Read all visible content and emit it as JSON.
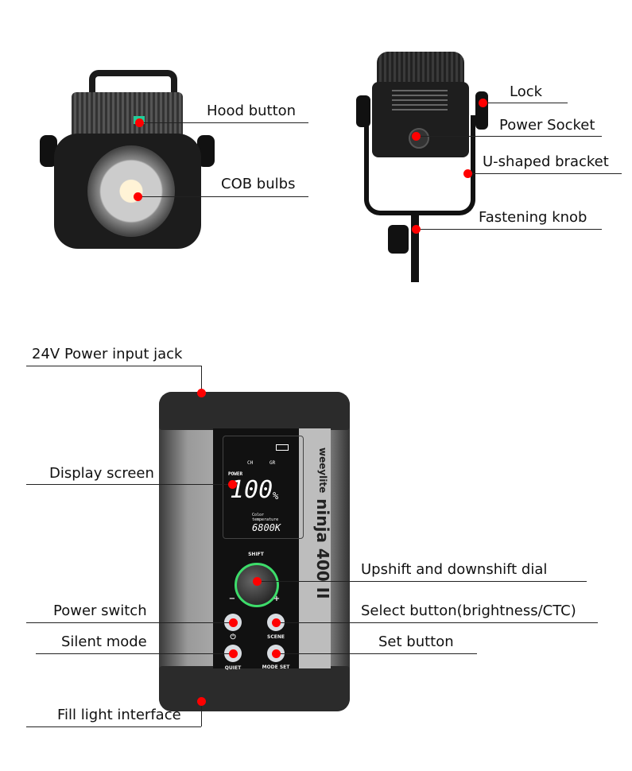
{
  "labels": {
    "hood_button": "Hood button",
    "cob_bulbs": "COB bulbs",
    "lock": "Lock",
    "power_socket": "Power Socket",
    "u_bracket": "U-shaped bracket",
    "fastening_knob": "Fastening knob",
    "power_input": "24V Power input jack",
    "display_screen": "Display screen",
    "dial": "Upshift and downshift dial",
    "power_switch": "Power switch",
    "select_button": "Select button(brightness/CTC)",
    "silent_mode": "Silent mode",
    "set_button": "Set button",
    "fill_light": "Fill light interface"
  },
  "device": {
    "brand": "weeylite",
    "model": "ninja 400 II",
    "screen": {
      "ch": "CH",
      "gr": "GR",
      "power_label": "POWER",
      "power_value": "100",
      "percent": "%",
      "ct_label": "Color temperature",
      "ct_value": "6800K"
    },
    "buttons": {
      "shift": "SHIFT",
      "minus": "−",
      "plus": "+",
      "scene": "SCENE",
      "quiet": "QUIET",
      "mode_set": "MODE SET"
    }
  },
  "colors": {
    "marker": "#ff0000",
    "accent_ring": "#3ddc6a"
  }
}
